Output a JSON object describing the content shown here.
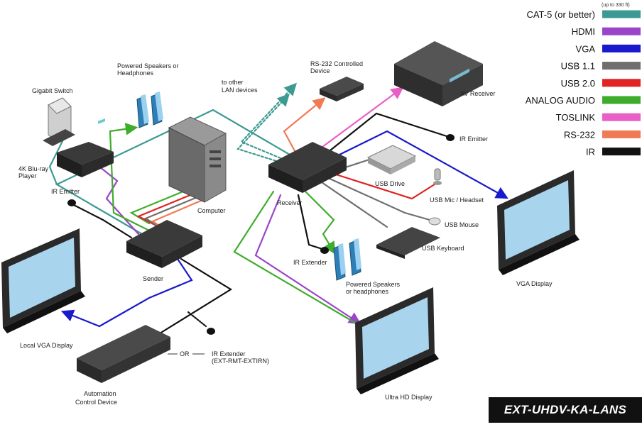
{
  "model_name": "EXT-UHDV-KA-LANS",
  "legend": {
    "note": "(up to 330 ft)",
    "items": [
      {
        "label": "CAT-5 (or better)",
        "color": "#3d9a92"
      },
      {
        "label": "HDMI",
        "color": "#9a45c9"
      },
      {
        "label": "VGA",
        "color": "#1a1acc"
      },
      {
        "label": "USB 1.1",
        "color": "#6f6f6f"
      },
      {
        "label": "USB 2.0",
        "color": "#e02323"
      },
      {
        "label": "ANALOG AUDIO",
        "color": "#3fad2b"
      },
      {
        "label": "TOSLINK",
        "color": "#ea5fc6"
      },
      {
        "label": "RS-232",
        "color": "#f07a55"
      },
      {
        "label": "IR",
        "color": "#111111"
      }
    ]
  },
  "labels": {
    "gigabit_switch": "Gigabit Switch",
    "speakers_top_1": "Powered Speakers or",
    "speakers_top_2": "Headphones",
    "lan_1": "to other",
    "lan_2": "LAN devices",
    "rs232_1": "RS-232 Controlled",
    "rs232_2": "Device",
    "av_receiver": "AV Receiver",
    "ir_emitter_right": "IR Emitter",
    "bluray_1": "4K Blu-ray",
    "bluray_2": "Player",
    "ir_emitter_left": "IR Emitter",
    "computer": "Computer",
    "receiver": "Receiver",
    "usb_drive": "USB Drive",
    "usb_mic": "USB Mic / Headset",
    "usb_mouse": "USB Mouse",
    "usb_keyboard": "USB Keyboard",
    "ir_extender": "IR Extender",
    "speakers_bottom_1": "Powered Speakers",
    "speakers_bottom_2": "or headphones",
    "vga_display": "VGA Display",
    "sender": "Sender",
    "local_vga": "Local VGA Display",
    "or": "OR",
    "ir_ext_1": "IR Extender",
    "ir_ext_2": "(EXT-RMT-EXTIRN)",
    "automation_1": "Automation",
    "automation_2": "Control Device",
    "ultra_hd": "Ultra HD Display"
  }
}
